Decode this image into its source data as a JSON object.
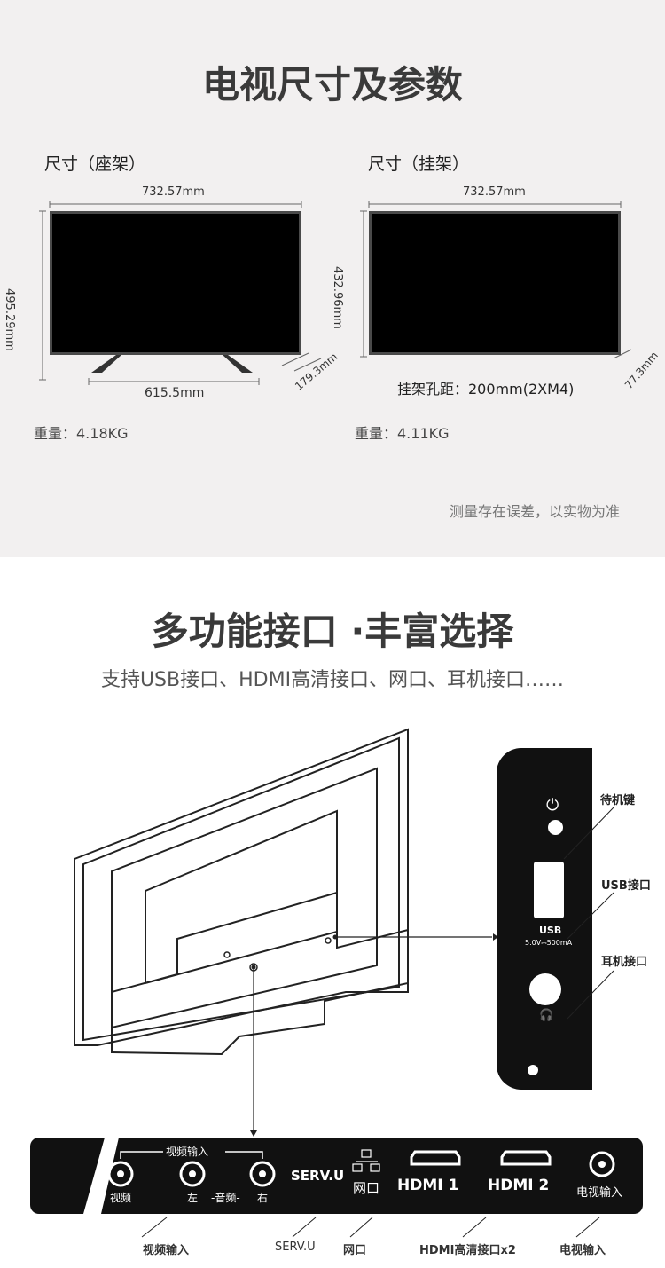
{
  "size_section": {
    "title": "电视尺寸及参数",
    "left": {
      "label": "尺寸（座架）",
      "width": "732.57mm",
      "height": "495.29mm",
      "stand_width": "615.5mm",
      "depth": "179.3mm",
      "weight": "重量：4.18KG"
    },
    "right": {
      "label": "尺寸（挂架）",
      "width": "732.57mm",
      "height": "432.96mm",
      "depth": "77.3mm",
      "mount": "挂架孔距：200mm(2XM4)",
      "weight": "重量：4.11KG"
    },
    "note": "测量存在误差，以实物为准"
  },
  "ports_section": {
    "title": "多功能接口 ·丰富选择",
    "subtitle": "支持USB接口、HDMI高清接口、网口、耳机接口……",
    "side_panel": {
      "power_label": "待机键",
      "usb_label": "USB接口",
      "usb_text": "USB",
      "usb_spec": "5.0V⎓500mA",
      "headphone_label": "耳机接口"
    },
    "bottom_panel": {
      "video_in_group": "视频输入",
      "video": "视频",
      "left": "左",
      "audio": "-音频-",
      "right": "右",
      "serv": "SERV.U",
      "lan": "网口",
      "hdmi1": "HDMI 1",
      "hdmi2": "HDMI 2",
      "tv_in": "电视输入"
    },
    "captions": {
      "video_in": "视频输入",
      "serv": "SERV.U",
      "lan": "网口",
      "hdmi": "HDMI高清接口x2",
      "tv_in": "电视输入"
    }
  }
}
